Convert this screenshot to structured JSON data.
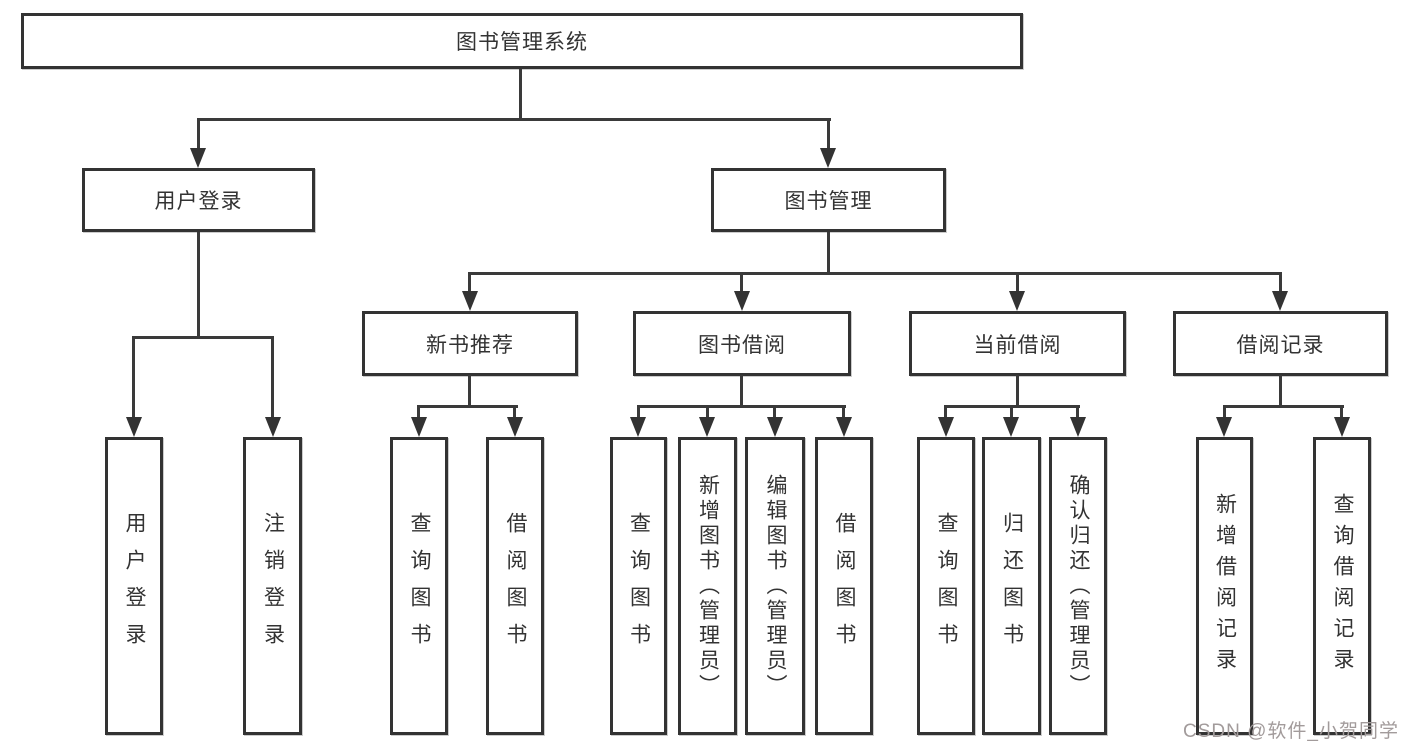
{
  "diagram": {
    "root": {
      "label": "图书管理系统"
    },
    "level2": [
      {
        "label": "用户登录"
      },
      {
        "label": "图书管理"
      }
    ],
    "level3": [
      {
        "label": "新书推荐"
      },
      {
        "label": "图书借阅"
      },
      {
        "label": "当前借阅"
      },
      {
        "label": "借阅记录"
      }
    ],
    "leaves": {
      "user_login": [
        {
          "label": "用户登录"
        },
        {
          "label": "注销登录"
        }
      ],
      "new_book": [
        {
          "label": "查询图书"
        },
        {
          "label": "借阅图书"
        }
      ],
      "book_borrow": [
        {
          "label": "查询图书"
        },
        {
          "label": "新增图书（管理员）"
        },
        {
          "label": "编辑图书（管理员）"
        },
        {
          "label": "借阅图书"
        }
      ],
      "current_borrow": [
        {
          "label": "查询图书"
        },
        {
          "label": "归还图书"
        },
        {
          "label": "确认归还（管理员）"
        }
      ],
      "borrow_record": [
        {
          "label": "新增借阅记录"
        },
        {
          "label": "查询借阅记录"
        }
      ]
    }
  },
  "watermark": {
    "text": "CSDN @软件_小贺同学",
    "color": "#a29b9b"
  },
  "colors": {
    "line": "#3a3a3a",
    "box_border": "#333333",
    "box_background": "#ffffff",
    "text": "#333333",
    "page_background": "#ffffff"
  }
}
